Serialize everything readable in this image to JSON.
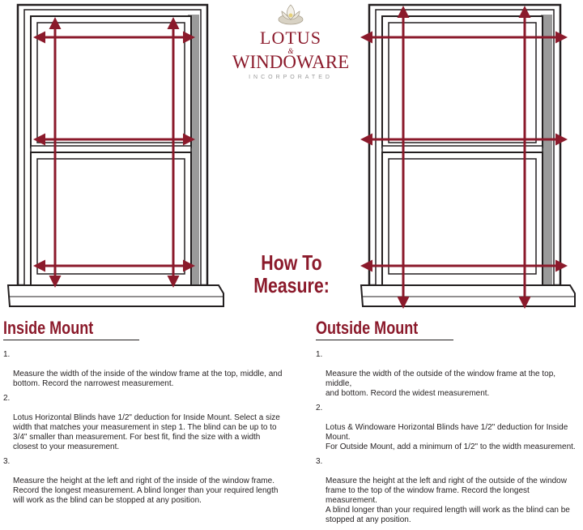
{
  "logo": {
    "top": "LOTUS",
    "amp": "&",
    "bottom": "WINDOWARE",
    "sub": "INCORPORATED"
  },
  "headline": {
    "line1": "How To",
    "line2": "Measure:"
  },
  "inside": {
    "title": "Inside Mount",
    "steps": [
      {
        "num": "1.",
        "text": "Measure the width of the inside of the window frame at the top, middle, and\nbottom. Record the narrowest measurement."
      },
      {
        "num": "2.",
        "text": "Lotus Horizontal Blinds have 1/2\" deduction for Inside Mount. Select a size\nwidth that matches your measurement in step 1.  The blind can be up to to\n3/4\" smaller than measurement.  For best fit, find the size with a width\nclosest to your measurement."
      },
      {
        "num": "3.",
        "text": "Measure the height at the left and right of the inside of the window frame.\nRecord the longest measurement. A blind longer than your required length\nwill work as the blind can be stopped at any position."
      }
    ]
  },
  "outside": {
    "title": "Outside Mount",
    "steps": [
      {
        "num": "1.",
        "text": "Measure the width of the outside of the window frame at the top, middle,\nand bottom. Record the widest measurement."
      },
      {
        "num": "2.",
        "text": "Lotus & Windoware Horizontal Blinds have 1/2\" deduction for Inside Mount.\nFor Outside Mount, add a minimum of 1/2\" to the width measurement."
      },
      {
        "num": "3.",
        "text": "Measure the height at the left and right of the outside of the window\nframe to the top of the window frame. Record the longest measurement.\nA blind longer than your required length will work as the blind can be\nstopped at any position."
      }
    ]
  },
  "colors": {
    "accent": "#8b1a2b",
    "arrow": "#8b1a2b",
    "frame": "#231f20",
    "shadow": "#9a9a9a"
  },
  "icons": [
    "lotus-flower-icon",
    "measure-arrow-icon"
  ]
}
